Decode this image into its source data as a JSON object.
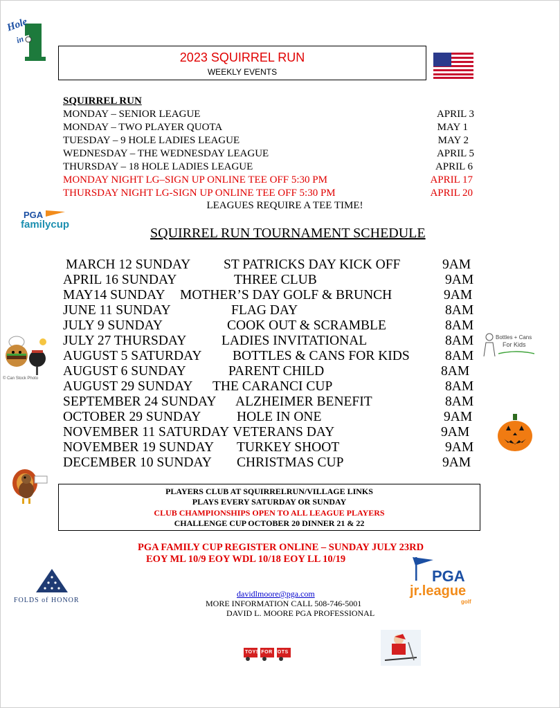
{
  "header": {
    "title": "2023 SQUIRREL RUN",
    "subtitle": "WEEKLY EVENTS"
  },
  "league": {
    "heading": "SQUIRREL RUN",
    "rows": [
      {
        "name": "MONDAY – SENIOR LEAGUE",
        "date": "APRIL 3"
      },
      {
        "name": "MONDAY – TWO PLAYER QUOTA",
        "date": "MAY 1"
      },
      {
        "name": "TUESDAY – 9 HOLE LADIES LEAGUE",
        "date": "MAY 2"
      },
      {
        "name": "WEDNESDAY – THE WEDNESDAY LEAGUE",
        "date": "APRIL 5"
      },
      {
        "name": "THURSDAY – 18 HOLE LADIES LEAGUE",
        "date": "APRIL 6"
      },
      {
        "name": "MONDAY NIGHT LG–SIGN UP ONLINE TEE OFF 5:30 PM",
        "date": "APRIL 17"
      },
      {
        "name": "THURSDAY NIGHT LG-SIGN UP ONLINE TEE OFF 5:30 PM",
        "date": "APRIL 20"
      }
    ],
    "note": "LEAGUES REQUIRE A TEE TIME!"
  },
  "tournament": {
    "heading": "SQUIRREL RUN TOURNAMENT SCHEDULE",
    "rows": [
      {
        "date": "MARCH 12 SUNDAY",
        "event": "ST PATRICKS DAY KICK OFF",
        "time": "9AM"
      },
      {
        "date": "APRIL 16 SUNDAY",
        "event": "THREE CLUB",
        "time": "9AM"
      },
      {
        "date": "MAY14 SUNDAY",
        "event": "MOTHER’S DAY GOLF & BRUNCH",
        "time": "9AM"
      },
      {
        "date": "JUNE 11 SUNDAY",
        "event": "FLAG DAY",
        "time": "8AM"
      },
      {
        "date": "JULY 9 SUNDAY",
        "event": "COOK OUT & SCRAMBLE",
        "time": "8AM"
      },
      {
        "date": "JULY 27 THURSDAY",
        "event": "LADIES INVITATIONAL",
        "time": "8AM"
      },
      {
        "date": "AUGUST 5 SATURDAY",
        "event": "BOTTLES & CANS FOR KIDS",
        "time": "8AM"
      },
      {
        "date": "AUGUST 6 SUNDAY",
        "event": "PARENT CHILD",
        "time": "8AM"
      },
      {
        "date": "AUGUST 29 SUNDAY",
        "event": "THE CARANCI CUP",
        "time": "8AM"
      },
      {
        "date": "SEPTEMBER 24 SUNDAY",
        "event": "ALZHEIMER BENEFIT",
        "time": "8AM"
      },
      {
        "date": "OCTOBER 29 SUNDAY",
        "event": "HOLE IN ONE",
        "time": "9AM"
      },
      {
        "date": "NOVEMBER 11 SATURDAY",
        "event": "VETERANS DAY",
        "time": "9AM"
      },
      {
        "date": "NOVEMBER 19 SUNDAY",
        "event": "TURKEY SHOOT",
        "time": "9AM"
      },
      {
        "date": "DECEMBER 10 SUNDAY",
        "event": "CHRISTMAS CUP",
        "time": "9AM"
      }
    ]
  },
  "players_club": {
    "line1": "PLAYERS CLUB AT SQUIRRELRUN/VILLAGE LINKS",
    "line2": "PLAYS EVERY SATURDAY OR SUNDAY",
    "line3": "CLUB CHAMPIONSHIPS OPEN TO ALL LEAGUE PLAYERS",
    "line4": "CHALLENGE CUP OCTOBER 20 DINNER 21 & 22"
  },
  "promo": {
    "line1": "PGA FAMILY CUP REGISTER ONLINE – SUNDAY JULY 23RD",
    "line2": "EOY ML 10/9 EOY WDL 10/18 EOY LL 10/19"
  },
  "contact": {
    "email": "davidlmoore@pga.com",
    "phone_line": "MORE INFORMATION CALL 508-746-5001",
    "name_line": "DAVID L. MOORE PGA PROFESSIONAL"
  },
  "logos": {
    "hole_in": "Hole",
    "hole_in2": "in",
    "hole_one": "1",
    "pga": "PGA",
    "family_cup": "familycup",
    "bottles_cans": "Bottles + Cans",
    "for_kids": "For Kids",
    "photo_credit": "© Can Stock Photo",
    "folds_of_honor": "FOLDS of HONOR",
    "jr_pga": "PGA",
    "jr_league": "jr.league",
    "jr_golf": "golf",
    "toys_for_tots": "TOYS FOR TOTS"
  },
  "colors": {
    "red": "#e00000",
    "link": "#0000cc",
    "pga_blue": "#1b4fa3",
    "pga_orange": "#f28c1b",
    "folds_navy": "#1f3b73",
    "hole_green": "#1d7a3c"
  }
}
